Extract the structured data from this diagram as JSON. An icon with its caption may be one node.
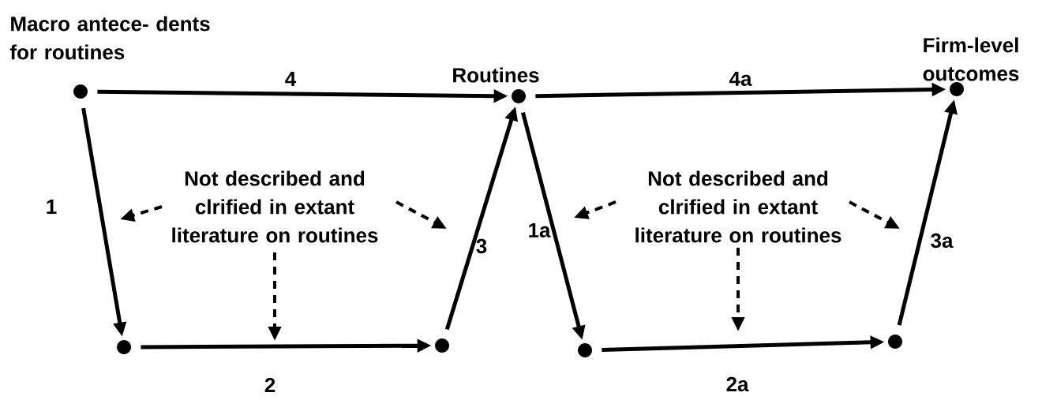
{
  "diagram": {
    "nodes": [
      {
        "text": [
          "Macro antece- dents for routines"
        ]
      },
      {
        "text": [
          "Routines"
        ]
      },
      {
        "text": [
          "Firm-level outcomes"
        ]
      },
      {
        "text": [],
        "shape": "circle"
      },
      {
        "text": [],
        "shape": "circle"
      },
      {
        "text": [],
        "shape": "circle"
      },
      {
        "text": [],
        "shape": "circle"
      },
      {
        "text": [
          "Not described and clrified in extant literature on routines"
        ]
      },
      {
        "text": [
          "Not described and clrified in extant literature on routines"
        ]
      }
    ],
    "edges": [
      {
        "from": 0,
        "to": 1,
        "arrow": "to",
        "label": "4"
      },
      {
        "from": 0,
        "to": 3,
        "arrow": "to",
        "label": "1"
      },
      {
        "from": 3,
        "to": 4,
        "arrow": "to",
        "label": "2"
      },
      {
        "from": 4,
        "to": 1,
        "arrow": "to",
        "label": "3"
      },
      {
        "from": 1,
        "to": 2,
        "arrow": "to",
        "label": "4a"
      },
      {
        "from": 1,
        "to": 5,
        "arrow": "to",
        "label": "1a"
      },
      {
        "from": 5,
        "to": 6,
        "arrow": "to",
        "label": "2a"
      },
      {
        "from": 6,
        "to": 2,
        "arrow": "to",
        "label": "3a"
      },
      {
        "from": 7,
        "to": null,
        "arrow": "to",
        "style": "dashed"
      },
      {
        "from": 7,
        "to": null,
        "arrow": "to",
        "style": "dashed"
      },
      {
        "from": 7,
        "to": null,
        "arrow": "to",
        "style": "dashed"
      },
      {
        "from": 8,
        "to": null,
        "arrow": "to",
        "style": "dashed"
      },
      {
        "from": 8,
        "to": null,
        "arrow": "to",
        "style": "dashed"
      },
      {
        "from": 8,
        "to": null,
        "arrow": "to",
        "style": "dashed"
      }
    ]
  }
}
